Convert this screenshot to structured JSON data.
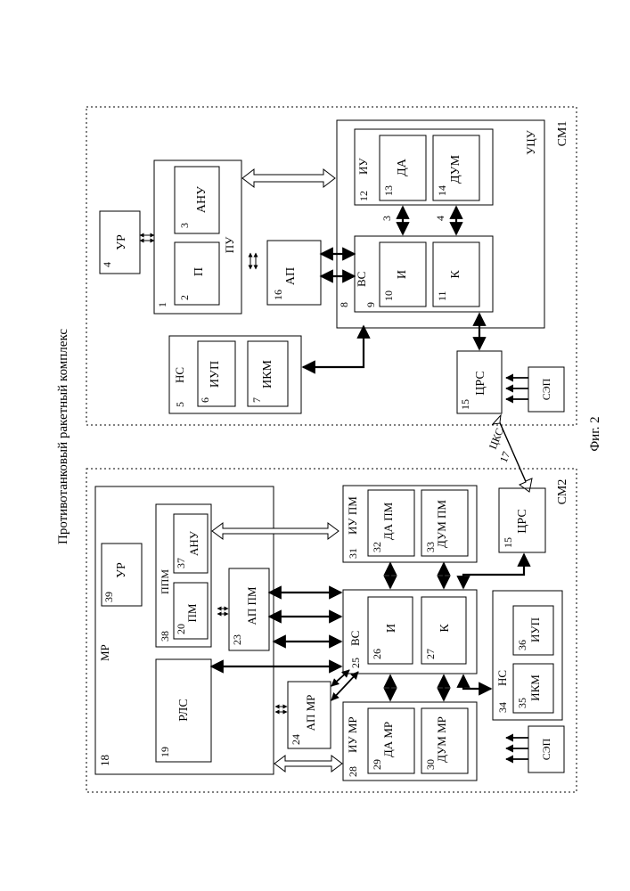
{
  "page_title": "Противотанковый ракетный комплекс",
  "figure_caption": "Фиг. 2",
  "sm1": {
    "label": "СМ1",
    "blocks": {
      "ur": {
        "num": "4",
        "text": "УР"
      },
      "pu": {
        "num": "1",
        "text": "ПУ"
      },
      "p": {
        "num": "2",
        "text": "П"
      },
      "anu": {
        "num": "3",
        "text": "АНУ"
      },
      "ns": {
        "num": "5",
        "text": "НС"
      },
      "iup": {
        "num": "6",
        "text": "ИУП"
      },
      "ikm": {
        "num": "7",
        "text": "ИКМ"
      },
      "ap": {
        "num": "16",
        "text": "АП"
      },
      "vs": {
        "num": "8",
        "text": "ВС"
      },
      "i": {
        "num": "9",
        "text": "И"
      },
      "num10": "10",
      "k": {
        "num": "11",
        "text": "К"
      },
      "iu": {
        "num": "12",
        "text": "ИУ"
      },
      "da": {
        "num": "13",
        "text": "ДА"
      },
      "dum": {
        "num": "14",
        "text": "ДУМ"
      },
      "ucu": "УЦУ",
      "crs": {
        "num": "15",
        "text": "ЦРС"
      },
      "sep": "СЭП",
      "link3": "3",
      "link4": "4"
    }
  },
  "sm2": {
    "label": "СМ2",
    "blocks": {
      "mr": {
        "num": "18",
        "text": "МР"
      },
      "rls": {
        "num": "19",
        "text": "РЛС"
      },
      "ppm": {
        "num": "38",
        "text": "ППМ"
      },
      "pm": {
        "num": "20",
        "text": "ПМ"
      },
      "anu": {
        "num": "37",
        "text": "АНУ"
      },
      "ur": {
        "num": "39",
        "text": "УР"
      },
      "appm": {
        "num": "23",
        "text": "АП ПМ"
      },
      "apmr": {
        "num": "24",
        "text": "АП МР"
      },
      "vs": {
        "num": "25",
        "text": "ВС"
      },
      "i": {
        "num": "26",
        "text": "И"
      },
      "k": {
        "num": "27",
        "text": "К"
      },
      "iumr": {
        "num": "28",
        "text": "ИУ МР"
      },
      "damr": {
        "num": "29",
        "text": "ДА МР"
      },
      "dummr": {
        "num": "30",
        "text": "ДУМ МР"
      },
      "iupm": {
        "num": "31",
        "text": "ИУ ПМ"
      },
      "dapm": {
        "num": "32",
        "text": "ДА ПМ"
      },
      "dumpm": {
        "num": "33",
        "text": "ДУМ ПМ"
      },
      "crs": {
        "num": "15",
        "text": "ЦРС"
      },
      "ns": {
        "num": "34",
        "text": "НС"
      },
      "ikm": {
        "num": "35",
        "text": "ИКМ"
      },
      "iup": {
        "num": "36",
        "text": "ИУП"
      },
      "sep": "СЭП"
    }
  },
  "link": {
    "num": "17",
    "text": "ЦКС"
  }
}
